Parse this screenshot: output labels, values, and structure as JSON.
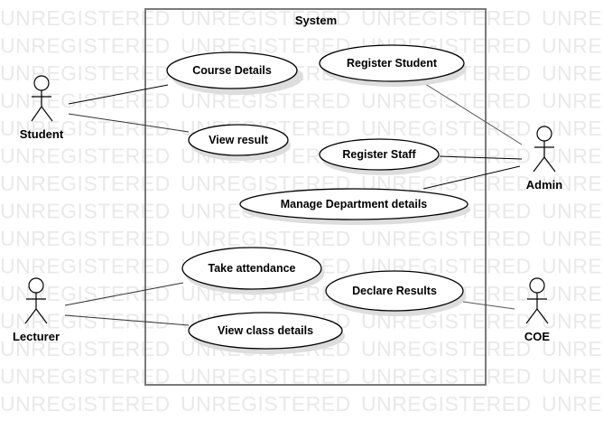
{
  "watermark": "UNREGISTERED",
  "system": {
    "title": "System"
  },
  "actors": {
    "student": "Student",
    "admin": "Admin",
    "lecturer": "Lecturer",
    "coe": "COE"
  },
  "use_cases": {
    "course_details": "Course Details",
    "view_result": "View result",
    "register_student": "Register Student",
    "register_staff": "Register Staff",
    "manage_department": "Manage Department details",
    "take_attendance": "Take attendance",
    "declare_results": "Declare Results",
    "view_class_details": "View class details"
  }
}
